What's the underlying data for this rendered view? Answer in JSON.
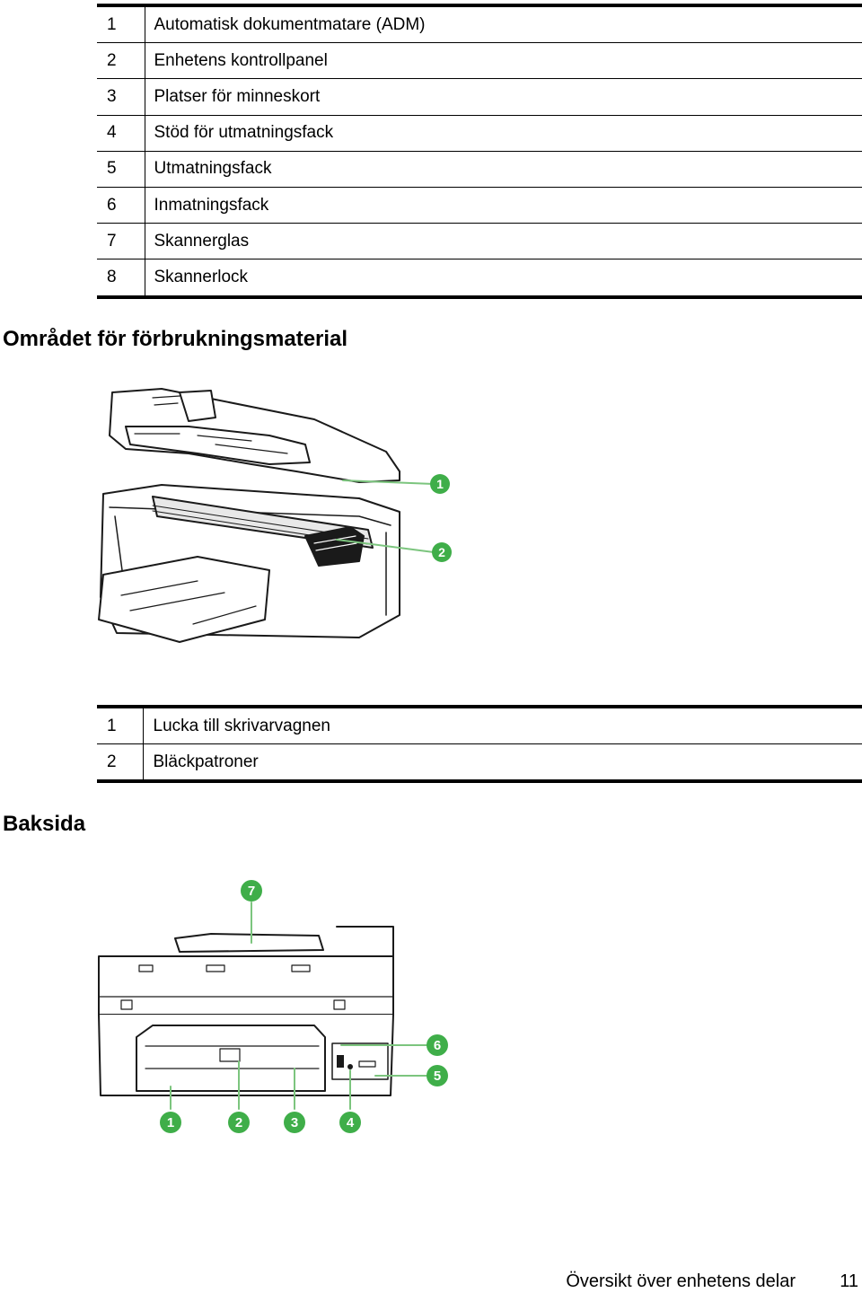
{
  "front_parts": [
    {
      "num": "1",
      "label": "Automatisk dokumentmatare (ADM)"
    },
    {
      "num": "2",
      "label": "Enhetens kontrollpanel"
    },
    {
      "num": "3",
      "label": "Platser för minneskort"
    },
    {
      "num": "4",
      "label": "Stöd för utmatningsfack"
    },
    {
      "num": "5",
      "label": "Utmatningsfack"
    },
    {
      "num": "6",
      "label": "Inmatningsfack"
    },
    {
      "num": "7",
      "label": "Skannerglas"
    },
    {
      "num": "8",
      "label": "Skannerlock"
    }
  ],
  "supplies_section": {
    "heading": "Området för förbrukningsmaterial",
    "callouts": [
      "1",
      "2"
    ],
    "parts": [
      {
        "num": "1",
        "label": "Lucka till skrivarvagnen"
      },
      {
        "num": "2",
        "label": "Bläckpatroner"
      }
    ]
  },
  "back_section": {
    "heading": "Baksida",
    "callouts": [
      "1",
      "2",
      "3",
      "4",
      "5",
      "6",
      "7"
    ]
  },
  "footer": {
    "title": "Översikt över enhetens delar",
    "page": "11"
  },
  "colors": {
    "callout_green": "#3fae49",
    "callout_line": "#7cc57e",
    "line_art": "#1a1a1a"
  }
}
